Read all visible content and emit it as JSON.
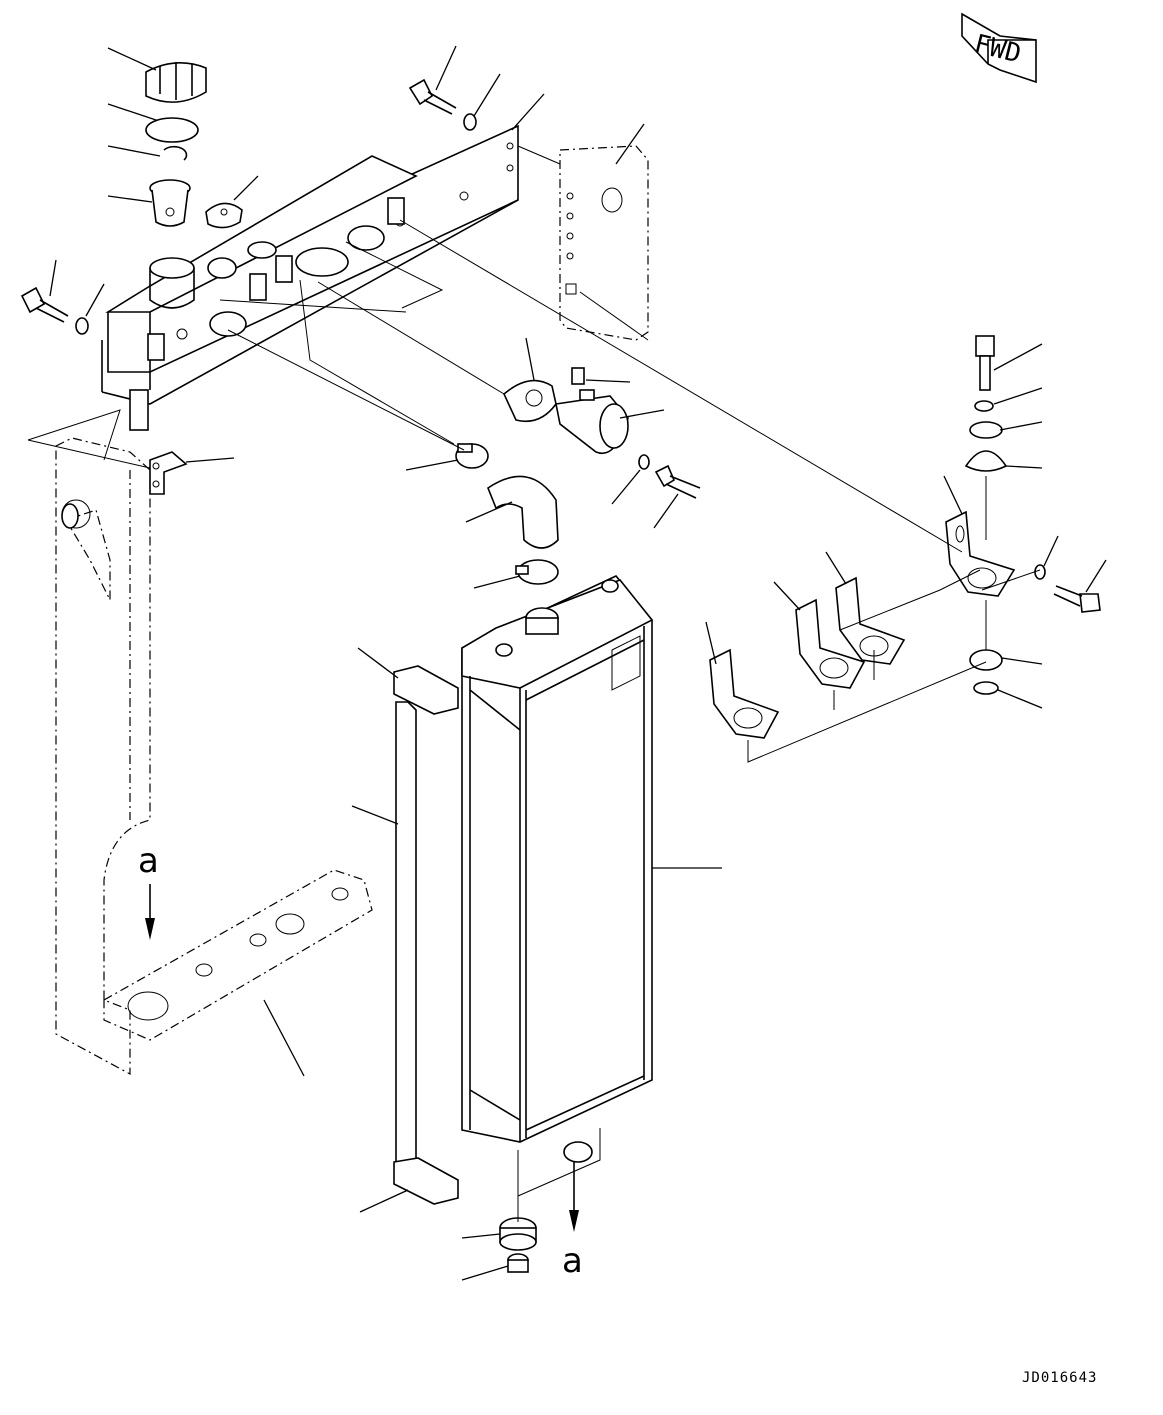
{
  "direction_badge": {
    "text": "FWD"
  },
  "reference_marks": {
    "top": "a",
    "bottom": "a"
  },
  "drawing_number": "JD016643"
}
